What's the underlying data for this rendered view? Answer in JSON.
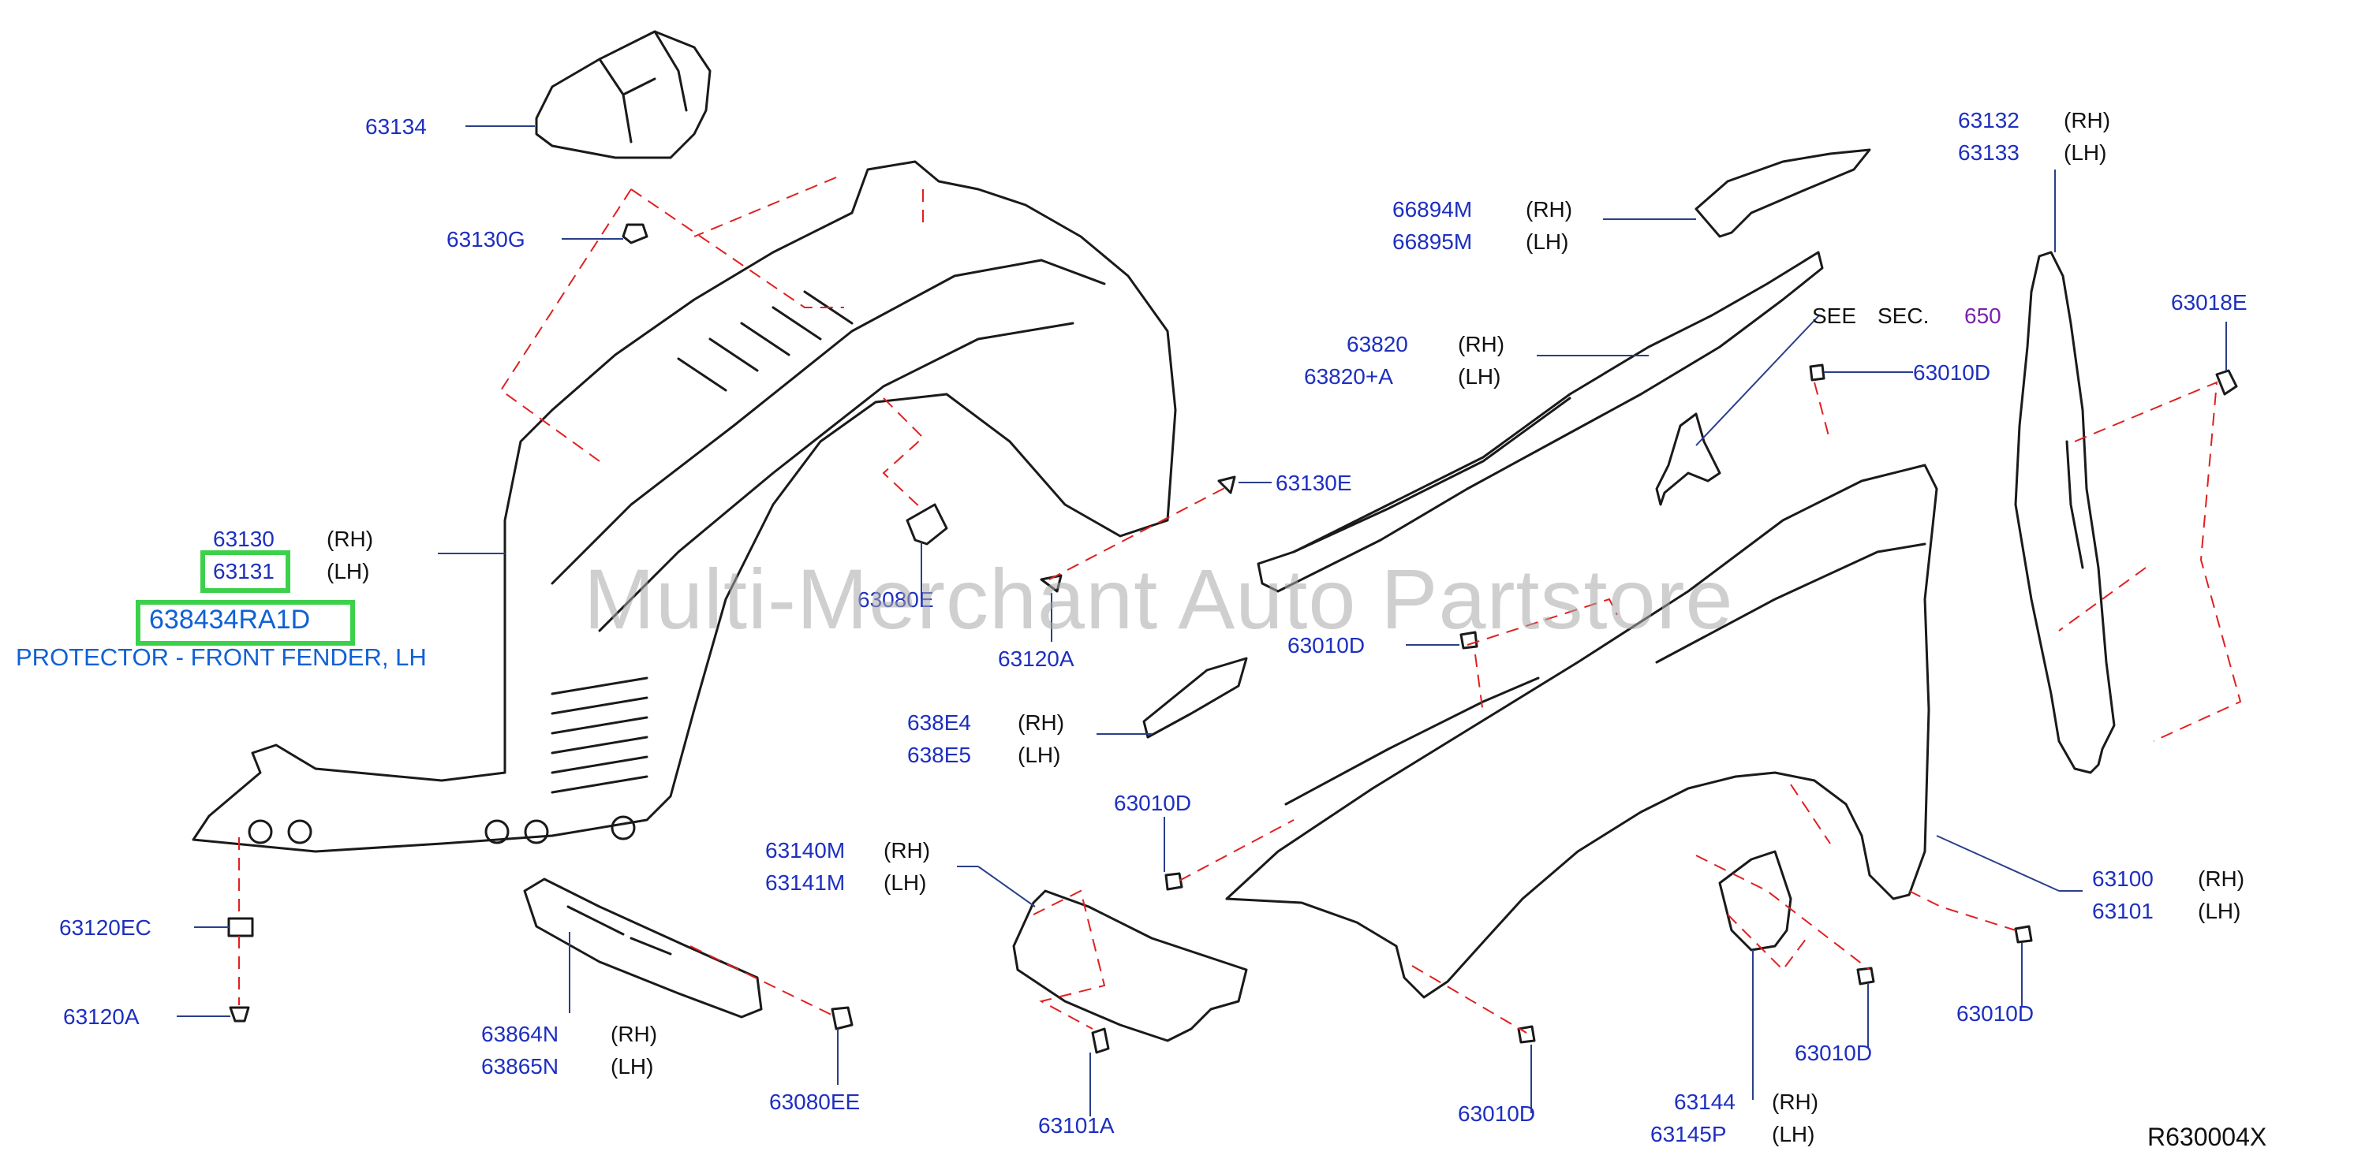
{
  "callouts": {
    "c63134": "63134",
    "c63130G": "63130G",
    "c63130": "63130",
    "c63131": "63131",
    "c638434RA1D": "638434RA1D",
    "c63120EC": "63120EC",
    "c63120A_left": "63120A",
    "c63864N": "63864N",
    "c63865N": "63865N",
    "c63080EE": "63080EE",
    "c63080E": "63080E",
    "c63120A_mid": "63120A",
    "c63130E": "63130E",
    "c638E4": "638E4",
    "c638E5": "638E5",
    "c63140M": "63140M",
    "c63141M": "63141M",
    "c63010D_a": "63010D",
    "c63101A": "63101A",
    "c66894M": "66894M",
    "c66895M": "66895M",
    "c63820": "63820",
    "c63820A": "63820+A",
    "c63010D_b": "63010D",
    "c63010D_c": "63010D",
    "c63010D_d": "63010D",
    "c63010D_e": "63010D",
    "c63010D_f": "63010D",
    "c63144": "63144",
    "c63145P": "63145P",
    "c63100": "63100",
    "c63101": "63101",
    "c63132": "63132",
    "c63133": "63133",
    "c63018E": "63018E"
  },
  "sides": {
    "rh": "(RH)",
    "lh": "(LH)"
  },
  "see_sec": {
    "see": "SEE",
    "sec": "SEC.",
    "num": "650"
  },
  "description": "PROTECTOR - FRONT FENDER, LH",
  "watermark": "Multi-Merchant Auto Partstore",
  "diagram_ref": "R630004X",
  "colors": {
    "part_number": "#1d2fc0",
    "highlight_box": "#3dd04a",
    "highlight_text": "#0f61d6",
    "dashed_leader": "#e02020",
    "section_ref": "#7b22b0"
  }
}
